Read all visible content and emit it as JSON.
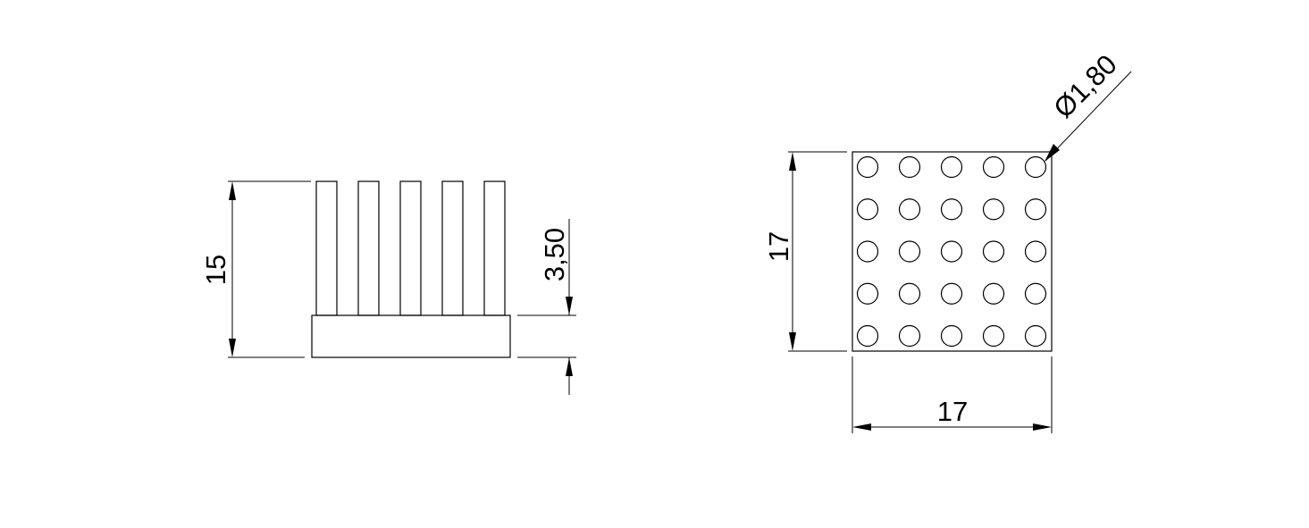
{
  "side_view": {
    "overall_height_label": "15",
    "base_thickness_label": "3,50",
    "pin_count": 5
  },
  "top_view": {
    "height_label": "17",
    "width_label": "17",
    "pin_diameter_label": "Ø1,80",
    "pin_rows": 5,
    "pin_cols": 5
  }
}
